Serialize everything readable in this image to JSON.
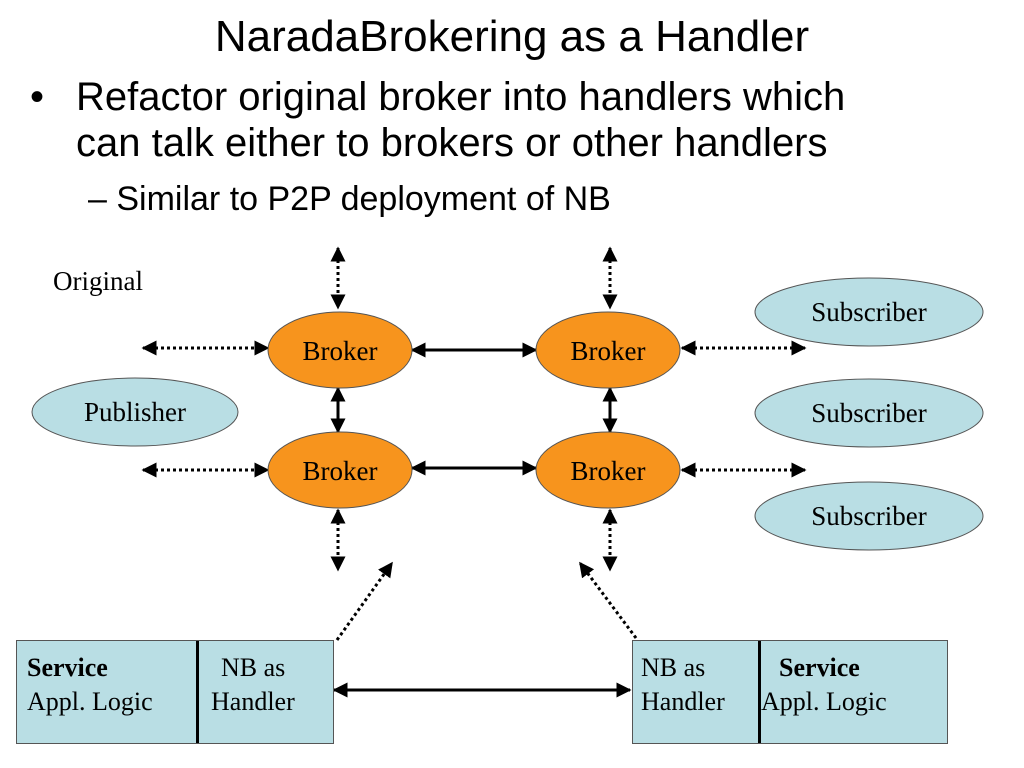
{
  "title": "NaradaBrokering as a Handler",
  "bullet": {
    "marker": "•",
    "line1": "Refactor original broker into handlers which",
    "line2": "can talk either to brokers or other handlers"
  },
  "subbullet": "– Similar to P2P deployment of NB",
  "diagram": {
    "original_label": "Original",
    "broker_label": "Broker",
    "publisher_label": "Publisher",
    "subscriber_label": "Subscriber",
    "colors": {
      "broker": "#f7941d",
      "client": "#b9dee4",
      "box": "#b9dee4"
    }
  },
  "left_box": {
    "service_label": "Service",
    "appl_logic": "Appl. Logic",
    "nb_as": "NB as",
    "handler": "Handler"
  },
  "right_box": {
    "nb_as": "NB as",
    "handler": "Handler",
    "service_label": "Service",
    "appl_logic": "Appl. Logic"
  }
}
